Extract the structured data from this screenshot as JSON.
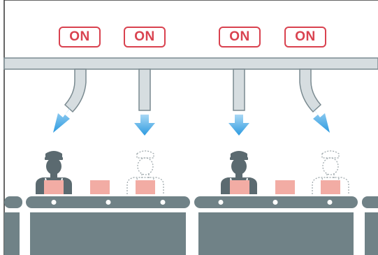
{
  "indicators": [
    {
      "label": "ON",
      "color": "#d9424f"
    },
    {
      "label": "ON",
      "color": "#d9424f"
    },
    {
      "label": "ON",
      "color": "#d9424f"
    },
    {
      "label": "ON",
      "color": "#d9424f"
    }
  ],
  "stations": [
    {
      "state": "occupied"
    },
    {
      "state": "vacant"
    },
    {
      "state": "occupied"
    },
    {
      "state": "vacant"
    }
  ],
  "colors": {
    "frame": "#333333",
    "duct_fill": "#d6dde0",
    "duct_stroke": "#7a8a90",
    "airflow_arrow": "#2d9be0",
    "worker": "#5b6a70",
    "vacant_outline": "#9aa4a8",
    "box": "#f2aca4",
    "conveyor": "#708287",
    "roller": "#ffffff",
    "accent": "#d9424f"
  }
}
